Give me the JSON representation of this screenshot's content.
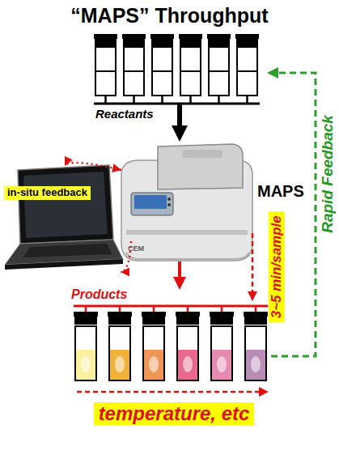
{
  "diagram": {
    "title": "“MAPS” Throughput",
    "nodes": [
      {
        "text": [
          "Reactants"
        ]
      },
      {
        "text": [
          "MAPS"
        ]
      },
      {
        "text": [
          "in-situ feedback"
        ]
      },
      {
        "text": [
          "Products"
        ]
      },
      {
        "text": [
          "3~5 min/sample"
        ]
      },
      {
        "text": [
          "temperature, etc"
        ]
      }
    ],
    "edges": [
      {
        "from": 0,
        "to": 1,
        "arrow": "to"
      },
      {
        "from": 1,
        "to": 3,
        "arrow": "to"
      },
      {
        "from": 3,
        "to": 0,
        "arrow": "to",
        "label": "Rapid Feedback"
      },
      {
        "from": 1,
        "to": 2,
        "arrow": "both"
      }
    ],
    "labels": [
      "CEM"
    ]
  }
}
